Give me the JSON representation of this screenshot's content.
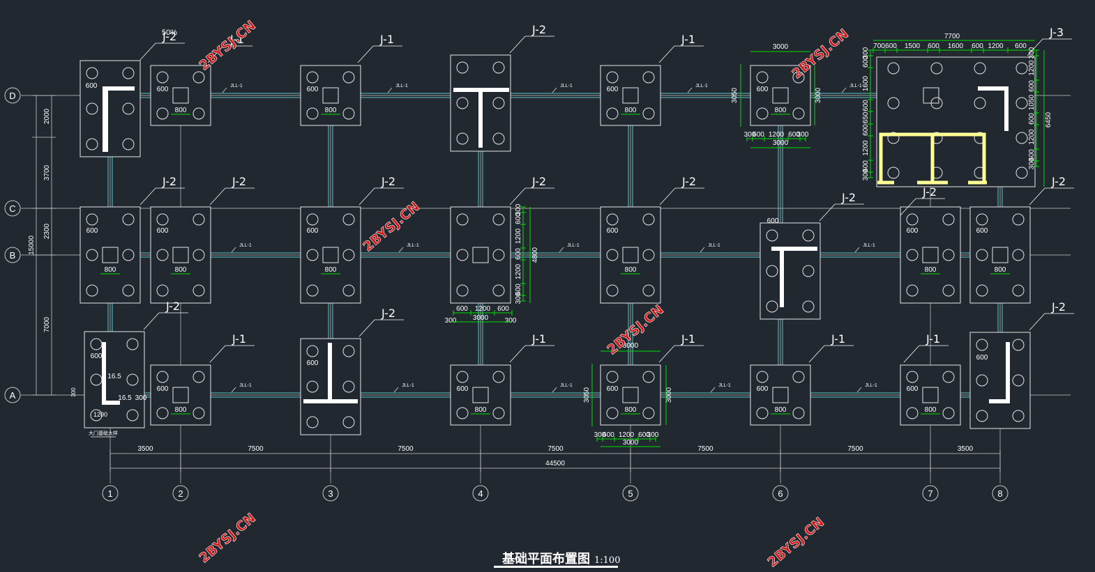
{
  "title": "基础平面布置图",
  "scale": "1:100",
  "watermark": "2BYSJ.CN",
  "colors": {
    "background": "#212830",
    "grid": "#c8c8c8",
    "beam": "#56c8c8",
    "footing": "#e6e6e6",
    "dimension": "#00e000",
    "column": "#ffffff",
    "highlight": "#ffff96",
    "watermark": "#d01818"
  },
  "axes": {
    "columns": [
      "1",
      "2",
      "3",
      "4",
      "5",
      "6",
      "7",
      "8"
    ],
    "rows": [
      "D",
      "C",
      "B",
      "A"
    ]
  },
  "column_spacings": [
    "3500",
    "7500",
    "7500",
    "7500",
    "7500",
    "7500",
    "3500"
  ],
  "overall_length": "44500",
  "row_spacings": [
    "2000",
    "3700",
    "2300",
    "7000"
  ],
  "overall_depth": "15000",
  "beam_label": "JLL-1",
  "footing_types": [
    "J-1",
    "J-2",
    "J-3"
  ],
  "footing_labels": [
    {
      "text": "J-2",
      "axis": "1/D"
    },
    {
      "text": "J-1",
      "axis": "2/D"
    },
    {
      "text": "J-1",
      "axis": "3/D"
    },
    {
      "text": "J-2",
      "axis": "4/D"
    },
    {
      "text": "J-1",
      "axis": "5/D"
    },
    {
      "text": "J-3",
      "axis": "7-8/D"
    },
    {
      "text": "J-2",
      "axis": "1/B"
    },
    {
      "text": "J-2",
      "axis": "2/B"
    },
    {
      "text": "J-2",
      "axis": "3/B"
    },
    {
      "text": "J-2",
      "axis": "4/B"
    },
    {
      "text": "J-2",
      "axis": "5/B"
    },
    {
      "text": "J-2",
      "axis": "6/B"
    },
    {
      "text": "J-2",
      "axis": "7/B"
    },
    {
      "text": "J-2",
      "axis": "8/B"
    },
    {
      "text": "J-2",
      "axis": "1/A"
    },
    {
      "text": "J-2",
      "axis": "3/A"
    },
    {
      "text": "J-1",
      "axis": "2/A"
    },
    {
      "text": "J-1",
      "axis": "4/A"
    },
    {
      "text": "J-1",
      "axis": "5/A"
    },
    {
      "text": "J-1",
      "axis": "6/A"
    },
    {
      "text": "J-1",
      "axis": "7/A"
    },
    {
      "text": "J-2",
      "axis": "8/A"
    }
  ],
  "footing_dims": {
    "offset": "600",
    "column": "800"
  },
  "detail_J1": {
    "width": "3000",
    "height": "3000",
    "height_alt": "3050",
    "bottom": [
      "300",
      "600",
      "1200",
      "600",
      "300"
    ],
    "column": "800",
    "offset": "600"
  },
  "detail_J2": {
    "width": "3000",
    "height": "4800",
    "side": [
      "300",
      "600",
      "1200",
      "600",
      "1200",
      "600",
      "300"
    ],
    "bottom_inner": [
      "600",
      "1200",
      "600"
    ],
    "bottom_outer": [
      "300",
      "3000",
      "300"
    ]
  },
  "detail_J3": {
    "width": "7700",
    "height": "6450",
    "top": [
      "700",
      "600",
      "1500",
      "600",
      "1600",
      "600",
      "1200",
      "600"
    ],
    "left": [
      "300",
      "600",
      "1600",
      "600",
      "650",
      "600",
      "1200",
      "600",
      "300"
    ],
    "right": [
      "300",
      "1200",
      "600",
      "1050",
      "600",
      "1200",
      "600",
      "300"
    ]
  },
  "misc_labels": {
    "d1_fraction": "50%",
    "a1_a": "16.5",
    "a1_b": "16.5",
    "a1_c": "300",
    "a1_d": "1200",
    "a1_e": "300",
    "a1_note": "大门基础大样"
  }
}
